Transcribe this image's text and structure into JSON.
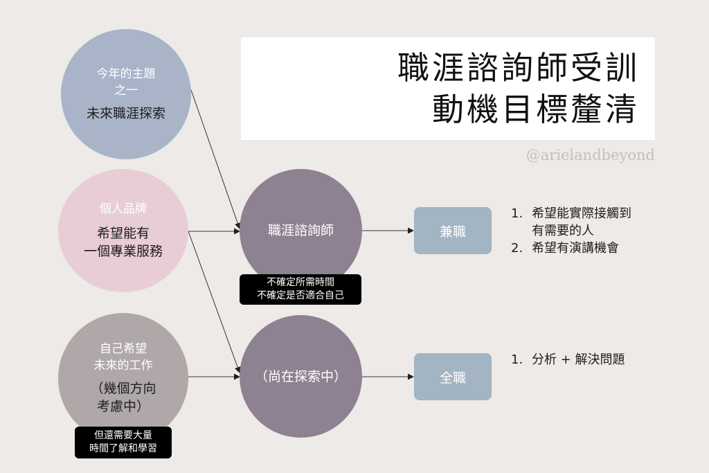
{
  "title": {
    "line1": "職涯諮詢師受訓",
    "line2": "動機目標釐清"
  },
  "handle": "@arielandbeyond",
  "left_nodes": [
    {
      "top": "今年的主題",
      "top2": "之一",
      "main": "未來職涯探索",
      "main2": ""
    },
    {
      "top": "個人品牌",
      "top2": "",
      "main": "希望能有",
      "main2": "一個專業服務"
    },
    {
      "top": "自己希望",
      "top2": "未來的工作",
      "main": "（幾個方向",
      "main2": "考慮中）"
    }
  ],
  "left_note": {
    "line1": "但還需要大量",
    "line2": "時間了解和學習"
  },
  "mid_nodes": [
    {
      "label": "職涯諮詢師"
    },
    {
      "label": "（尚在探索中）"
    }
  ],
  "mid_note": {
    "line1": "不確定所需時間",
    "line2": "不確定是否適合自己"
  },
  "right_nodes": [
    {
      "label": "兼職"
    },
    {
      "label": "全職"
    }
  ],
  "lists": [
    {
      "items": [
        {
          "num": "1.",
          "text": "希望能實際接觸到",
          "text2": "有需要的人"
        },
        {
          "num": "2.",
          "text": "希望有演講機會",
          "text2": ""
        }
      ]
    },
    {
      "items": [
        {
          "num": "1.",
          "text": "分析 + 解決問題",
          "text2": ""
        }
      ]
    }
  ],
  "colors": {
    "background": "#edeae8",
    "node_blue": "#a9b4c8",
    "node_pink": "#e8cdd7",
    "node_grey": "#b0a8a8",
    "node_mauve": "#8e8191",
    "box_blue": "#a3b4c3"
  }
}
